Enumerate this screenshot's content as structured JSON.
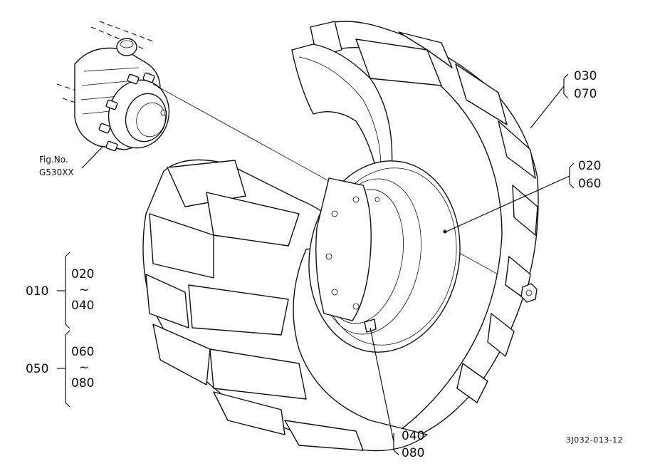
{
  "figure_reference": {
    "label": "Fig.No.",
    "number": "G530XX"
  },
  "drawing_code": "3J032-013-12",
  "callouts": {
    "tire": [
      "030",
      "070"
    ],
    "rim": [
      "020",
      "060"
    ],
    "bolt": [
      "040",
      "080"
    ]
  },
  "assemblies": [
    {
      "code": "010",
      "range_start": "020",
      "range_symbol": "~",
      "range_end": "040"
    },
    {
      "code": "050",
      "range_start": "060",
      "range_symbol": "~",
      "range_end": "080"
    }
  ]
}
